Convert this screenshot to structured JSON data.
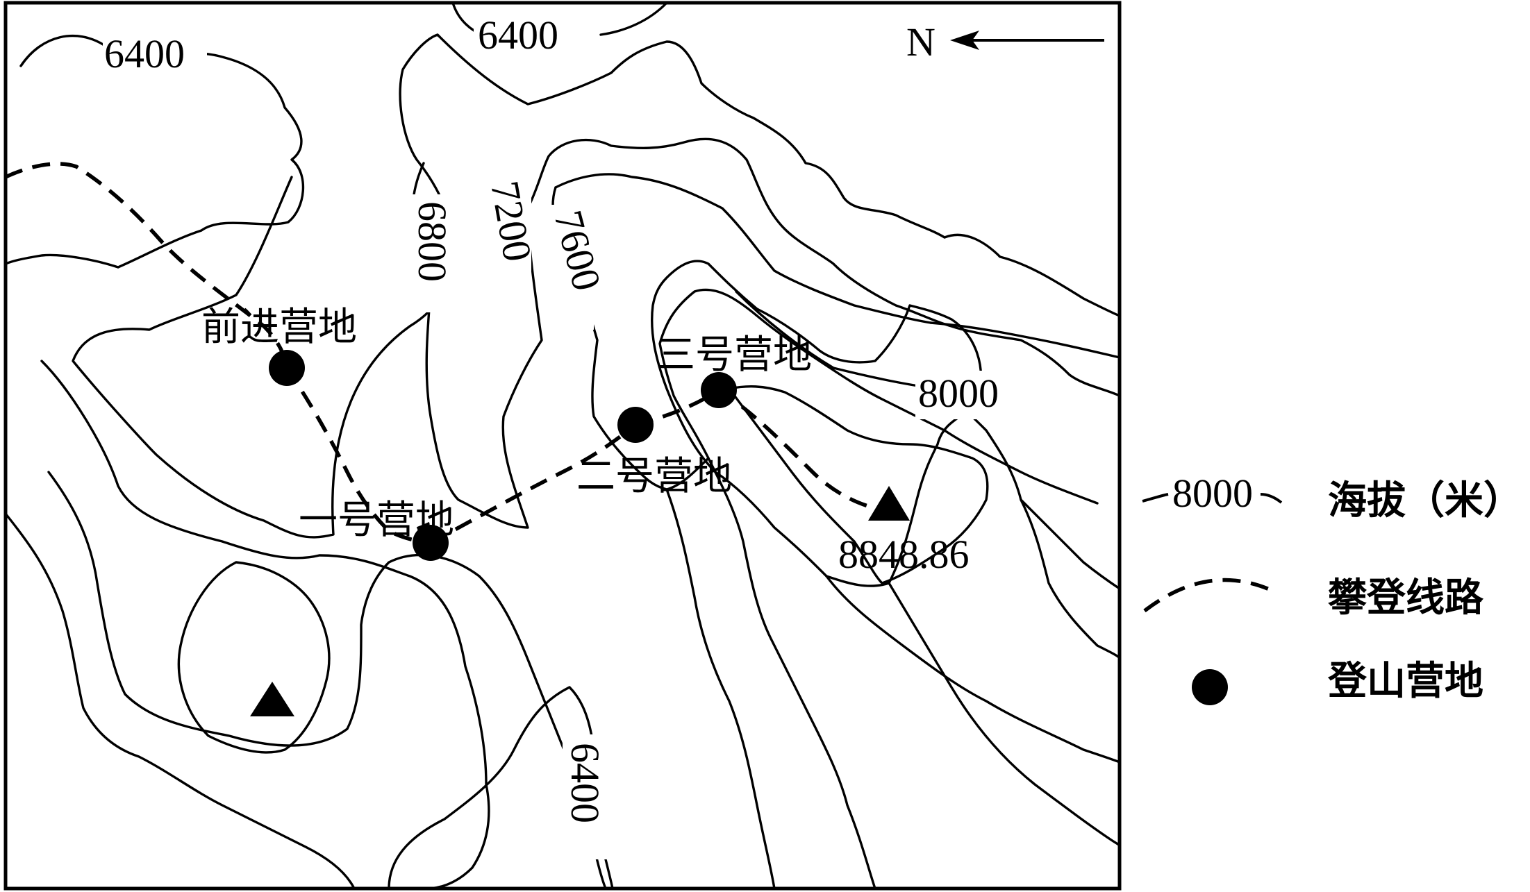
{
  "map": {
    "north_label": "N",
    "contour_labels": {
      "c6400_top_left": "6400",
      "c6400_top_center": "6400",
      "c6800": "6800",
      "c7200": "7200",
      "c7600": "7600",
      "c8000": "8000",
      "c6400_bottom": "6400"
    },
    "camps": {
      "advance": "前进营地",
      "camp1": "一号营地",
      "camp2": "二号营地",
      "camp3": "三号营地"
    },
    "summit_elevation": "8848.86"
  },
  "legend": {
    "contour_sample_value": "8000",
    "contour_label": "海拔（米）",
    "route_label": "攀登线路",
    "camp_label": "登山营地"
  }
}
